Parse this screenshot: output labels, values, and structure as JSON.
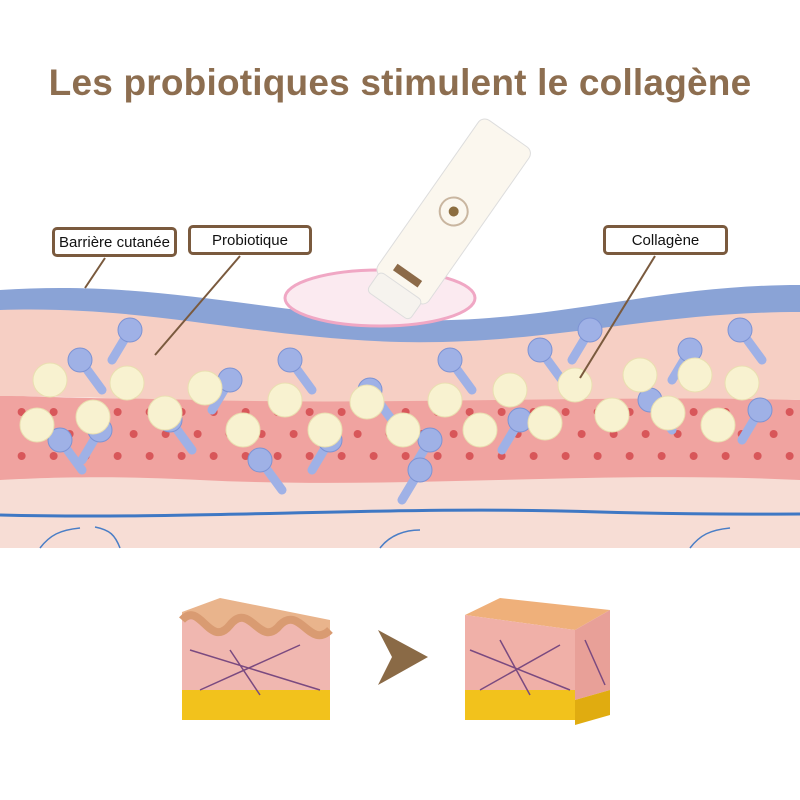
{
  "title": "Les probiotiques stimulent le collagène",
  "labels": {
    "barrier": "Barrière cutanée",
    "probiotic": "Probiotique",
    "collagen": "Collagène"
  },
  "colors": {
    "title": "#8d6e50",
    "label_border": "#7a5a3e",
    "barrier": "#8aa3d6",
    "dermis": "#f4c9bf",
    "cells": "#f09a9a",
    "arrow": "#8a6a46"
  }
}
